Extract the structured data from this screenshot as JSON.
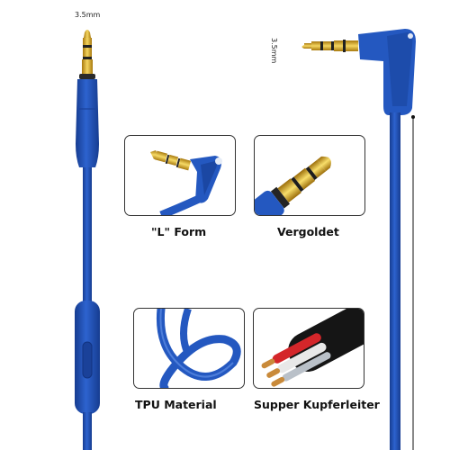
{
  "size_labels": {
    "straight": "3.5mm",
    "angled": "3.5mm"
  },
  "features": {
    "l_form": "\"L\" Form",
    "gold": "Vergoldet",
    "tpu": "TPU Material",
    "copper": "Supper Kupferleiter"
  },
  "colors": {
    "cable_blue": "#1f4fb5",
    "gold": "#e0b530",
    "copper_red": "#d4262a"
  }
}
